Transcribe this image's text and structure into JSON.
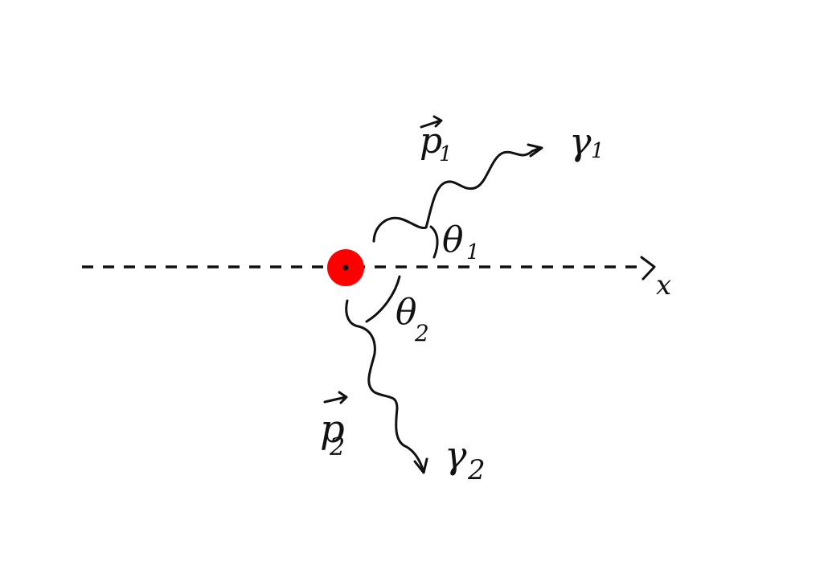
{
  "colors": {
    "ink": "#111111",
    "particle": "#ff0000",
    "background": "#ffffff"
  },
  "diagram": {
    "axis_label": "x",
    "photon_1": {
      "name": "γ",
      "index": "1",
      "momentum_symbol": "p",
      "momentum_index": "1",
      "angle_symbol": "θ",
      "angle_index": "1"
    },
    "photon_2": {
      "name": "γ",
      "index": "2",
      "momentum_symbol": "p",
      "momentum_index": "2",
      "angle_symbol": "θ",
      "angle_index": "2"
    }
  }
}
